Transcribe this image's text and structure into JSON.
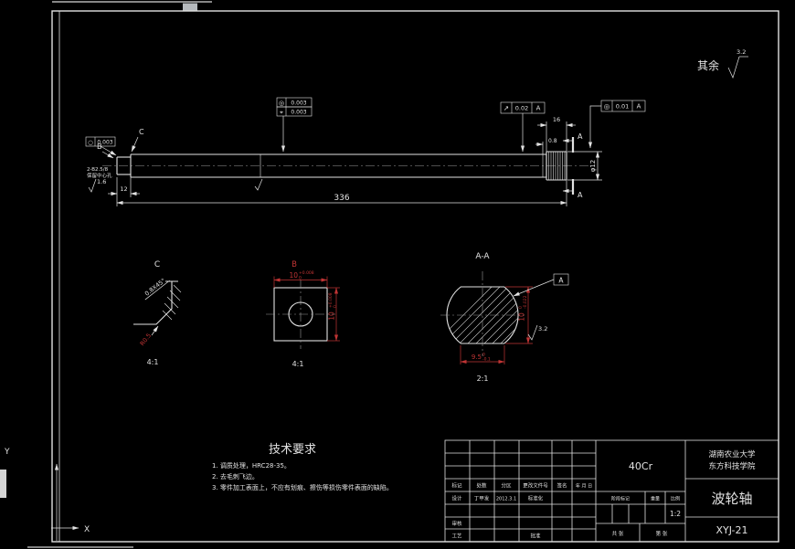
{
  "misc": {
    "surplus_label": "其余",
    "surplus_value": "3.2",
    "ucs_x": "X",
    "ucs_y": "Y"
  },
  "main_view": {
    "dim_length": "336",
    "dim_step": "12",
    "dim_knurl": "16",
    "dim_groove": "0.8",
    "dia_end": "φ12",
    "roughness_left": "1.6",
    "detail_ref": "C",
    "view_ref": "B",
    "section_ref_top": "A",
    "section_ref_bottom": "A",
    "center_note_line1": "2-B2.5/8",
    "center_note_line2": "保留中心孔",
    "fcf_stack_row1": {
      "symbol": "◎",
      "value": "0.003"
    },
    "fcf_stack_row2": {
      "symbol": "⌖",
      "value": "0.003"
    },
    "fcf_runout": {
      "symbol": "↗",
      "value": "0.02",
      "datum": "A"
    },
    "fcf_coax": {
      "symbol": "◎",
      "value": "0.01",
      "datum": "A"
    },
    "fcf_round": {
      "symbol": "○",
      "value": "0.003"
    }
  },
  "detail_c": {
    "title": "C",
    "chamfer": "0.8X45°",
    "fillet": "R0.5",
    "scale": "4:1"
  },
  "view_b": {
    "title": "B",
    "dim_width": "10",
    "dim_width_sup": "+0.008",
    "dim_width_sub": "0",
    "dim_height": "10",
    "dim_height_sup": "+0.008",
    "dim_height_sub": "0",
    "scale": "4:1"
  },
  "section_aa": {
    "title": "A-A",
    "dim_height": "10",
    "dim_height_sup": "0",
    "dim_height_sub": "-0.022",
    "dim_width": "9.5",
    "dim_width_sup": "0",
    "dim_width_sub": "-0.1",
    "roughness": "3.2",
    "datum": "A",
    "scale": "2:1"
  },
  "tech_req": {
    "title": "技术要求",
    "items": [
      "1. 调质处理，HRC28-35。",
      "2. 去毛刺飞边。",
      "3. 零件加工表面上，不应有划痕、擦伤等损伤零件表面的缺陷。"
    ]
  },
  "title_block": {
    "material": "40Cr",
    "school_line1": "湖南农业大学",
    "school_line2": "东方科技学院",
    "part_name": "波轮轴",
    "drawing_no": "XYJ-21",
    "ratio": "1:2",
    "col_mark": "标记",
    "col_count": "处数",
    "col_zone": "分区",
    "col_doc": "更改文件号",
    "col_sign": "签名",
    "col_date": "年 月 日",
    "row_design": "设计",
    "designer": "丁甲发",
    "date": "2012.3.1",
    "standard": "标准化",
    "row_check": "审核",
    "row_process": "工艺",
    "row_approve": "批准",
    "stage_label": "阶段标记",
    "weight_label": "重量",
    "ratio_label": "比例",
    "sheet_total": "共 张",
    "sheet_index": "第 张"
  }
}
